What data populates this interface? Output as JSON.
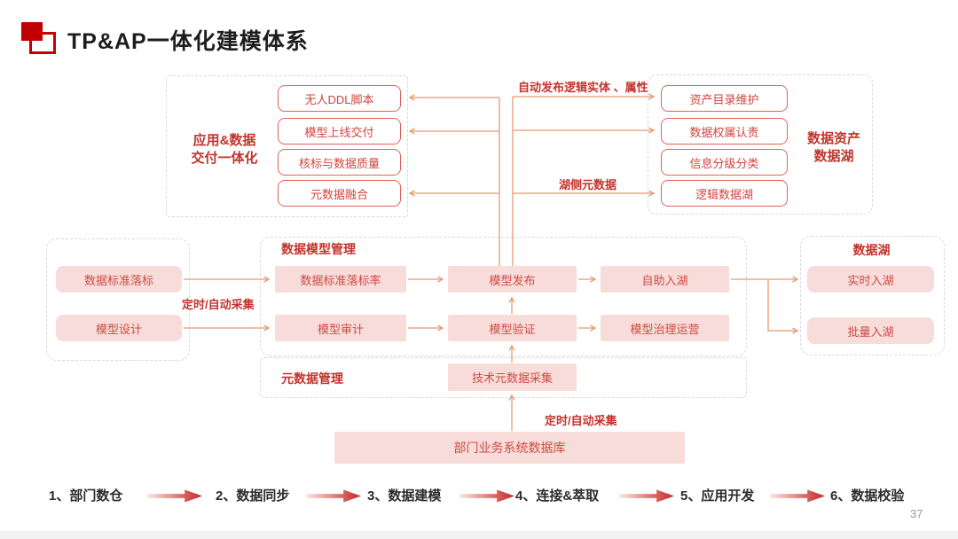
{
  "page": {
    "title": "TP&AP一体化建模体系",
    "page_number": "37"
  },
  "colors": {
    "accent_red": "#c2342c",
    "box_text_red": "#cf4a42",
    "box_border_red": "#e0625a",
    "pink_fill": "#f7dcda",
    "connector_orange": "#eaa986",
    "step_arrow_red": "#c5262b",
    "dashed_border_gray": "#d9d9d9"
  },
  "delivery_group": {
    "label_line1": "应用&数据",
    "label_line2": "交付一体化",
    "items": [
      "无人DDL脚本",
      "模型上线交付",
      "核标与数据质量",
      "元数据融合"
    ]
  },
  "asset_group": {
    "label_line1": "数据资产",
    "label_line2": "数据湖",
    "items": [
      "资产目录维护",
      "数据权属认责",
      "信息分级分类",
      "逻辑数据湖"
    ]
  },
  "annotations": {
    "auto_publish": "自动发布逻辑实体 、属性",
    "lake_side_metadata": "湖侧元数据",
    "timed_collection_left": "定时/自动采集",
    "timed_collection_bottom": "定时/自动采集"
  },
  "design_group": {
    "items": [
      "数据标准落标",
      "模型设计"
    ]
  },
  "model_mgmt_group": {
    "label": "数据模型管理",
    "items": [
      "数据标准落标率",
      "模型审计",
      "模型发布",
      "模型验证",
      "自助入湖",
      "模型治理运营"
    ]
  },
  "lake_group": {
    "label": "数据湖",
    "items": [
      "实时入湖",
      "批量入湖"
    ]
  },
  "metadata_group": {
    "label": "元数据管理",
    "items": [
      "技术元数据采集"
    ]
  },
  "source_db": {
    "label": "部门业务系统数据库"
  },
  "steps": [
    "1、部门数仓",
    "2、数据同步",
    "3、数据建模",
    "4、连接&萃取",
    "5、应用开发",
    "6、数据校验"
  ]
}
